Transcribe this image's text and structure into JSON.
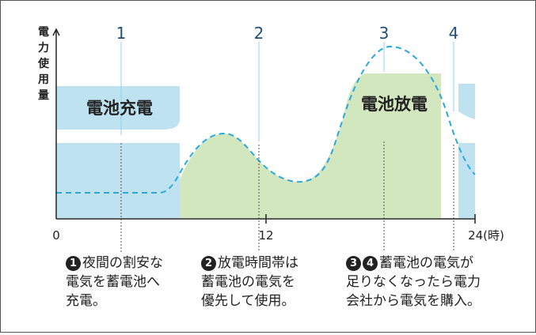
{
  "y_axis_label": "電力使用量",
  "x_ticks": [
    "0",
    "12",
    "24(時)"
  ],
  "markers": [
    "1",
    "2",
    "3",
    "4"
  ],
  "region_labels": {
    "charge": "電池充電",
    "discharge": "電池放電"
  },
  "notes": [
    {
      "badges": [
        "1"
      ],
      "lines": [
        "夜間の割安な",
        "電気を蓄電池へ",
        "充電。"
      ]
    },
    {
      "badges": [
        "2"
      ],
      "lines": [
        "放電時間帯は",
        "蓄電池の電気を",
        "優先して使用。"
      ]
    },
    {
      "badges": [
        "3",
        "4"
      ],
      "lines": [
        "蓄電池の電気が",
        "足りなくなったら電力",
        "会社から電気を購入。"
      ]
    }
  ],
  "colors": {
    "charge_fill": "#bfe2f0",
    "discharge_fill": "#d3e7bf",
    "curve": "#2aa9df",
    "marker_text": "#1f4f7a",
    "marker_line": "#8fd0ee"
  }
}
